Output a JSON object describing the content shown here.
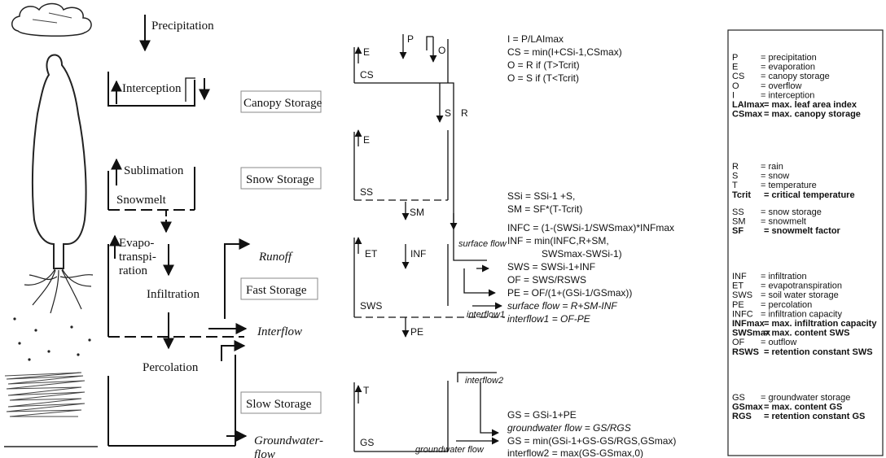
{
  "left_panel": {
    "precipitation": "Precipitation",
    "interception": "Interception",
    "canopy_storage": "Canopy Storage",
    "sublimation": "Sublimation",
    "snow_storage": "Snow Storage",
    "snowmelt": "Snowmelt",
    "evapotranspiration_lines": [
      "Evapo-",
      "transpi-",
      "ration"
    ],
    "runoff": "Runoff",
    "fast_storage": "Fast Storage",
    "infiltration": "Infiltration",
    "interflow": "Interflow",
    "percolation": "Percolation",
    "slow_storage": "Slow Storage",
    "groundwater_flow_lines": [
      "Groundwater-",
      "flow"
    ]
  },
  "middle_panel": {
    "labels": {
      "P": "P",
      "O": "O",
      "E1": "E",
      "CS": "CS",
      "S": "S",
      "R": "R",
      "E2": "E",
      "SS": "SS",
      "SM": "SM",
      "ET": "ET",
      "INF": "INF",
      "surface_flow": "surface flow",
      "SWS": "SWS",
      "interflow1": "interflow1",
      "PE": "PE",
      "interflow2": "interflow2",
      "T": "T",
      "GS": "GS",
      "groundwater_flow": "groundwater flow"
    },
    "eq_canopy": [
      "I = P/LAImax",
      "CS = min(I+CSi-1,CSmax)",
      "O = R if (T>Tcrit)",
      "O = S if (T<Tcrit)"
    ],
    "eq_snow": [
      "SSi = SSi-1 +S,",
      "SM = SF*(T-Tcrit)"
    ],
    "eq_soil": [
      "INFC = (1-(SWSi-1/SWSmax)*INFmax",
      "INF = min(INFC,R+SM,",
      "SWSmax-SWSi-1)",
      "SWS = SWSi-1+INF",
      "OF = SWS/RSWS",
      "PE = OF/(1+(GSi-1/GSmax))",
      "surface flow = R+SM-INF",
      "interflow1 = OF-PE"
    ],
    "eq_ground": [
      "GS = GSi-1+PE",
      "groundwater flow = GS/RGS",
      "GS = min(GSi-1+GS-GS/RGS,GSmax)",
      "interflow2 = max(GS-GSmax,0)"
    ]
  },
  "legend": {
    "group1": [
      {
        "sym": "P",
        "desc": "= precipitation",
        "bold": false
      },
      {
        "sym": "E",
        "desc": "= evaporation",
        "bold": false
      },
      {
        "sym": "CS",
        "desc": "= canopy storage",
        "bold": false
      },
      {
        "sym": "O",
        "desc": "= overflow",
        "bold": false
      },
      {
        "sym": "I",
        "desc": "= interception",
        "bold": false
      },
      {
        "sym": "LAImax",
        "desc": "= max. leaf area index",
        "bold": true
      },
      {
        "sym": "CSmax",
        "desc": "= max. canopy storage",
        "bold": true
      }
    ],
    "group2": [
      {
        "sym": "R",
        "desc": "= rain",
        "bold": false
      },
      {
        "sym": "S",
        "desc": "= snow",
        "bold": false
      },
      {
        "sym": "T",
        "desc": "= temperature",
        "bold": false
      },
      {
        "sym": "Tcrit",
        "desc": "= critical temperature",
        "bold": true
      }
    ],
    "group3": [
      {
        "sym": "SS",
        "desc": "= snow storage",
        "bold": false
      },
      {
        "sym": "SM",
        "desc": "= snowmelt",
        "bold": false
      },
      {
        "sym": "SF",
        "desc": "= snowmelt factor",
        "bold": true
      }
    ],
    "group4": [
      {
        "sym": "INF",
        "desc": "= infiltration",
        "bold": false
      },
      {
        "sym": "ET",
        "desc": "= evapotranspiration",
        "bold": false
      },
      {
        "sym": "SWS",
        "desc": "= soil water storage",
        "bold": false
      },
      {
        "sym": "PE",
        "desc": "= percolation",
        "bold": false
      },
      {
        "sym": "INFC",
        "desc": "= infiltration capacity",
        "bold": false
      },
      {
        "sym": "INFmax",
        "desc": "= max. infiltration capacity",
        "bold": true
      },
      {
        "sym": "SWSmax",
        "desc": "= max. content SWS",
        "bold": true
      },
      {
        "sym": "OF",
        "desc": "= outflow",
        "bold": false
      },
      {
        "sym": "RSWS",
        "desc": "= retention constant SWS",
        "bold": true
      }
    ],
    "group5": [
      {
        "sym": "GS",
        "desc": "= groundwater storage",
        "bold": false
      },
      {
        "sym": "GSmax",
        "desc": "= max. content GS",
        "bold": true
      },
      {
        "sym": "RGS",
        "desc": "= retention constant GS",
        "bold": true
      }
    ]
  }
}
